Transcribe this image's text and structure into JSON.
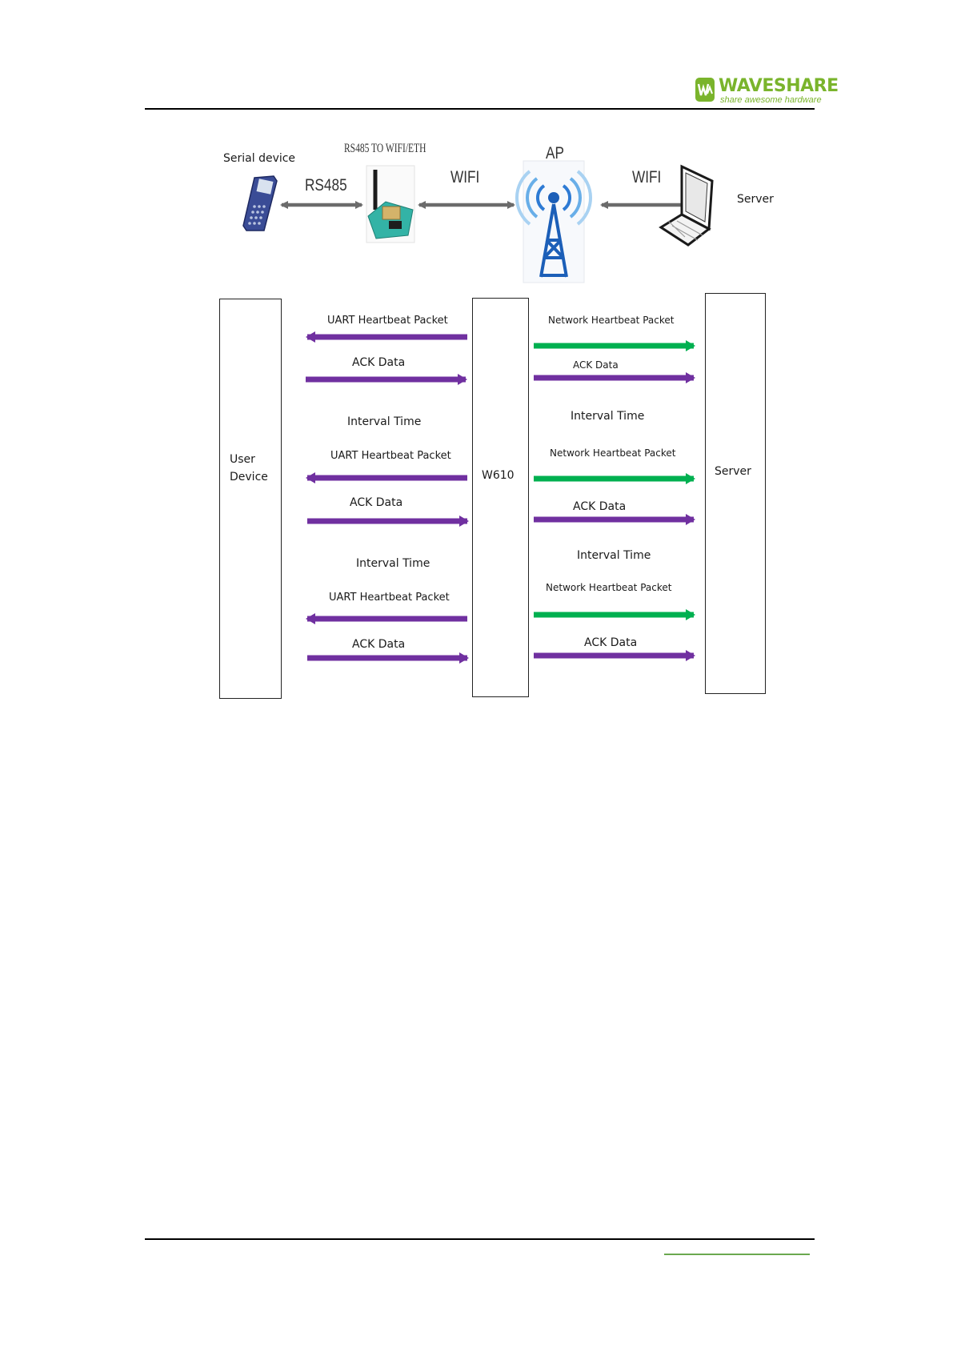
{
  "header": {
    "brand": "WAVESHARE",
    "tagline": "share awesome hardware",
    "colors": {
      "brand": "#7ab42c",
      "rule": "#000000"
    }
  },
  "topology": {
    "serial_device_label": "Serial device",
    "rs485_label": "RS485",
    "converter_label": "RS485 TO WIFI/ETH",
    "wifi_label_left": "WIFI",
    "ap_label": "AP",
    "wifi_label_right": "WIFI",
    "server_label": "Server",
    "icons": [
      "handheld-device-icon",
      "wifi-module-icon",
      "antenna-tower-icon",
      "laptop-icon"
    ]
  },
  "sequence": {
    "left_box": {
      "line1": "User",
      "line2": "Device"
    },
    "middle_box": "W610",
    "right_box": "Server",
    "colors": {
      "uart": "#7030a0",
      "network": "#00b050"
    },
    "left_messages": [
      {
        "text": "UART Heartbeat Packet",
        "direction": "left"
      },
      {
        "text": "ACK Data",
        "direction": "right"
      },
      {
        "text": "Interval Time"
      },
      {
        "text": "UART Heartbeat Packet",
        "direction": "left"
      },
      {
        "text": "ACK Data",
        "direction": "right"
      },
      {
        "text": "Interval Time"
      },
      {
        "text": "UART Heartbeat Packet",
        "direction": "left"
      },
      {
        "text": "ACK Data",
        "direction": "right"
      }
    ],
    "right_messages": [
      {
        "text": "Network Heartbeat Packet",
        "direction": "right"
      },
      {
        "text": "ACK Data",
        "direction": "right"
      },
      {
        "text": "Interval Time"
      },
      {
        "text": "Network Heartbeat Packet",
        "direction": "right"
      },
      {
        "text": "ACK Data",
        "direction": "right"
      },
      {
        "text": "Interval Time"
      },
      {
        "text": "Network Heartbeat Packet",
        "direction": "right"
      },
      {
        "text": "ACK Data",
        "direction": "right"
      }
    ]
  }
}
